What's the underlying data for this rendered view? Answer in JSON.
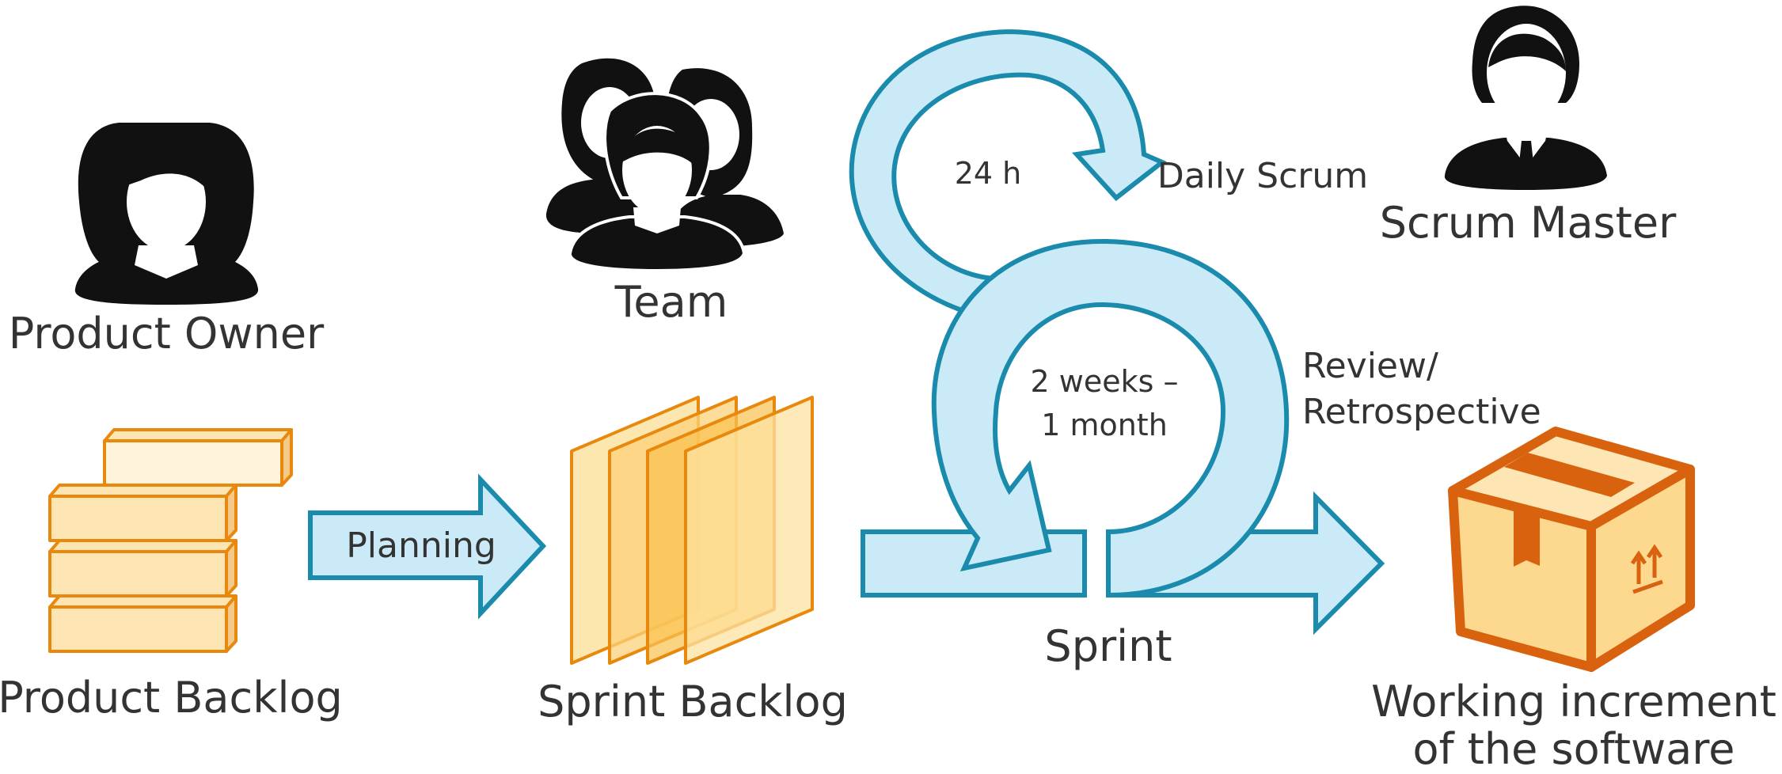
{
  "roles": {
    "product_owner": "Product Owner",
    "team": "Team",
    "scrum_master": "Scrum Master"
  },
  "artifacts": {
    "product_backlog": "Product Backlog",
    "sprint_backlog": "Sprint Backlog",
    "increment_line1": "Working increment",
    "increment_line2": "of the software"
  },
  "events": {
    "planning": "Planning",
    "daily_cycle": "24 h",
    "daily_scrum": "Daily Scrum",
    "sprint_cycle_line1": "2 weeks –",
    "sprint_cycle_line2": "1 month",
    "review_line1": "Review/",
    "review_line2": "Retrospective",
    "sprint": "Sprint"
  },
  "colors": {
    "arrow_fill": "#c9eaf6",
    "arrow_stroke": "#1a8bac",
    "box_fill": "#fde6b4",
    "box_stroke": "#e8890e",
    "package_fill": "#fcd98f",
    "package_stroke": "#d9620f",
    "silhouette": "#111111",
    "text": "#333333"
  }
}
